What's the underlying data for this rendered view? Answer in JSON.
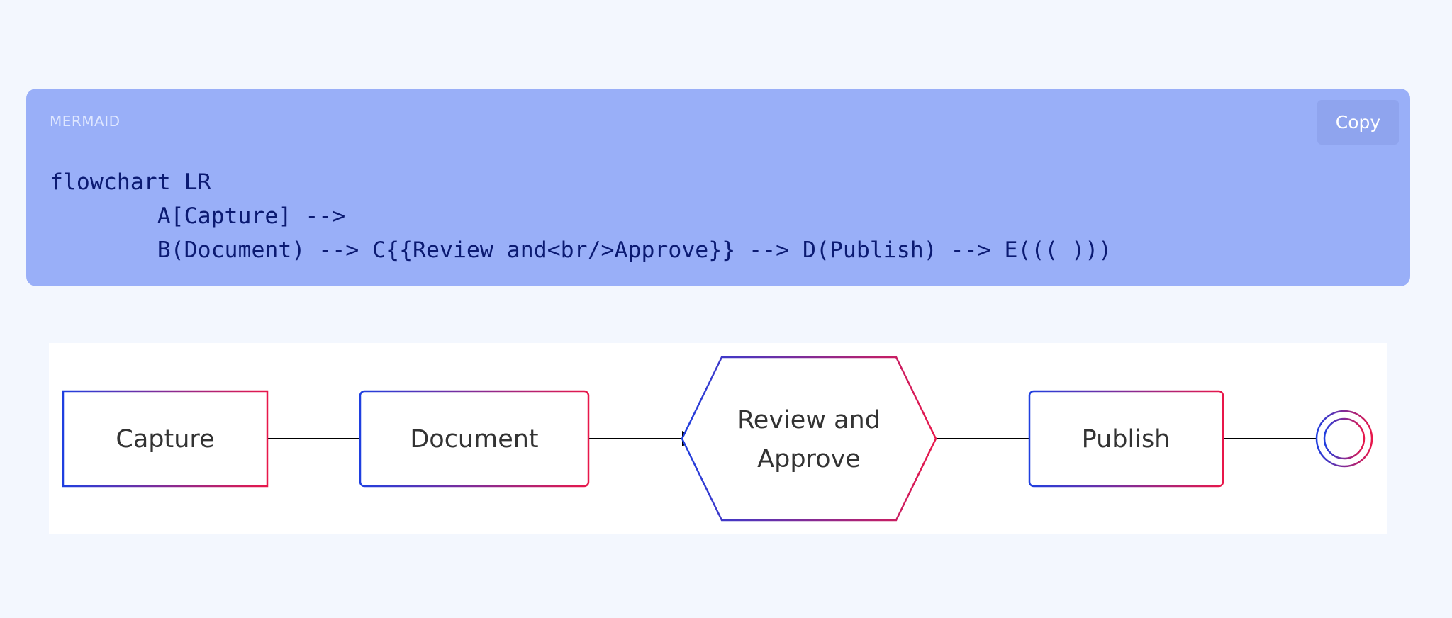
{
  "code_block": {
    "language_label": "MERMAID",
    "copy_label": "Copy",
    "lines": [
      "flowchart LR",
      "        A[Capture] -->",
      "        B(Document) --> C{{Review and<br/>Approve}} --> D(Publish) --> E((( )))"
    ]
  },
  "diagram": {
    "nodes": [
      {
        "id": "A",
        "shape": "rect",
        "label": "Capture"
      },
      {
        "id": "B",
        "shape": "rounded-rect",
        "label": "Document"
      },
      {
        "id": "C",
        "shape": "hexagon",
        "label_line1": "Review and",
        "label_line2": "Approve"
      },
      {
        "id": "D",
        "shape": "rounded-rect",
        "label": "Publish"
      },
      {
        "id": "E",
        "shape": "double-circle",
        "label": ""
      }
    ],
    "edges": [
      {
        "from": "A",
        "to": "B"
      },
      {
        "from": "B",
        "to": "C"
      },
      {
        "from": "C",
        "to": "D"
      },
      {
        "from": "D",
        "to": "E"
      }
    ],
    "colors": {
      "stroke_start": "#1f3fe0",
      "stroke_end": "#e8174a",
      "arrow": "#000000",
      "label": "#333333"
    }
  }
}
